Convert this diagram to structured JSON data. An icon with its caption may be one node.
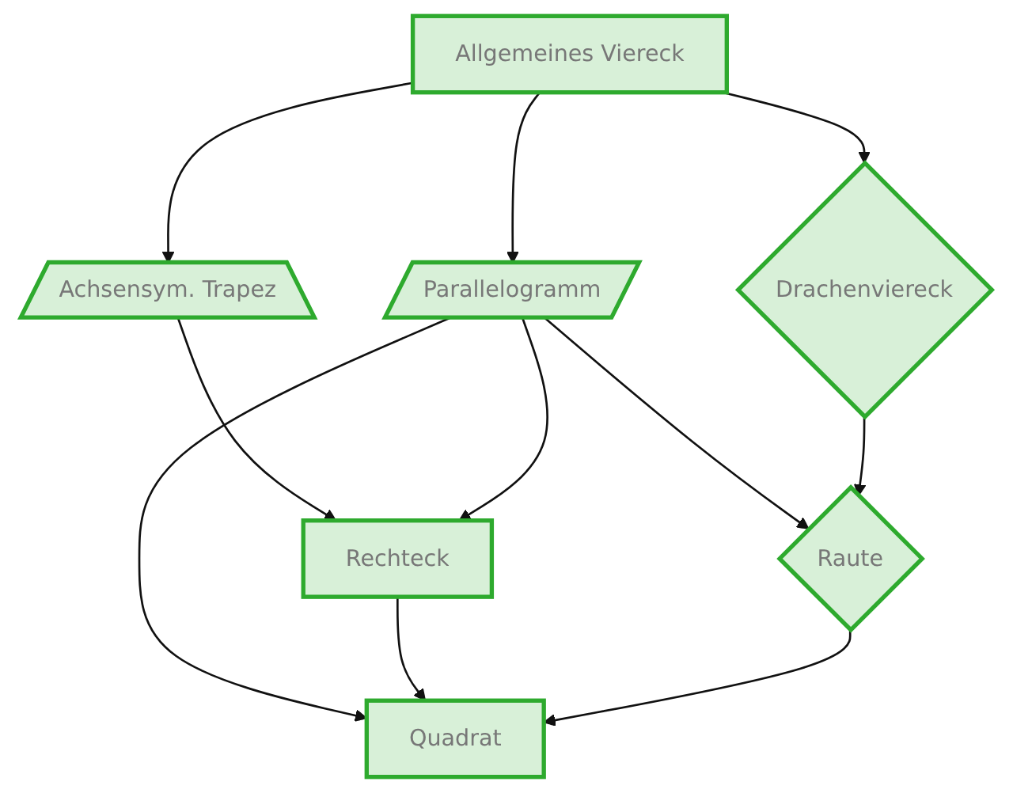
{
  "diagram": {
    "nodes": [
      {
        "text": [
          "Allgemeines Viereck"
        ]
      },
      {
        "text": [
          "Achsensym. Trapez"
        ]
      },
      {
        "text": [
          "Parallelogramm"
        ]
      },
      {
        "text": [
          "Drachenviereck"
        ]
      },
      {
        "text": [
          "Rechteck"
        ]
      },
      {
        "text": [
          "Raute"
        ]
      },
      {
        "text": [
          "Quadrat"
        ]
      }
    ],
    "edges": [
      {
        "from": 0,
        "to": 1,
        "arrow": "to"
      },
      {
        "from": 0,
        "to": 2,
        "arrow": "to"
      },
      {
        "from": 0,
        "to": 3,
        "arrow": "to"
      },
      {
        "from": 1,
        "to": 4,
        "arrow": "to"
      },
      {
        "from": 2,
        "to": 4,
        "arrow": "to"
      },
      {
        "from": 2,
        "to": 5,
        "arrow": "to"
      },
      {
        "from": 2,
        "to": 6,
        "arrow": "to"
      },
      {
        "from": 3,
        "to": 5,
        "arrow": "to"
      },
      {
        "from": 4,
        "to": 6,
        "arrow": "to"
      },
      {
        "from": 5,
        "to": 6,
        "arrow": "to"
      }
    ]
  }
}
